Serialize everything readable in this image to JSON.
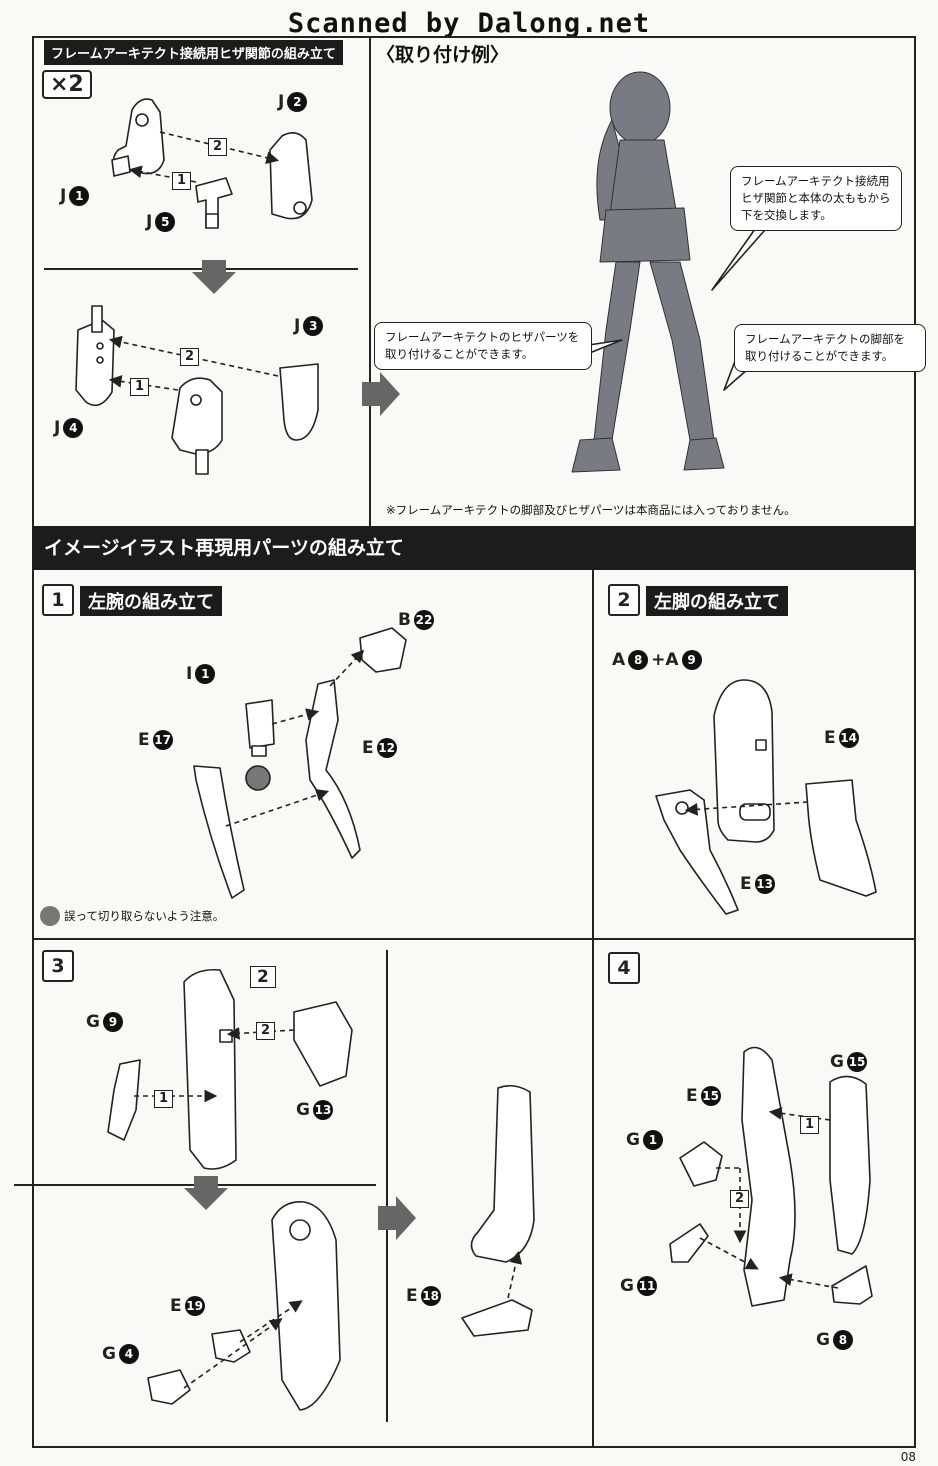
{
  "watermark": "Scanned by Dalong.net",
  "top_left": {
    "title": "フレームアーキテクト接続用ヒザ関節の組み立て",
    "qty": "×2"
  },
  "example": {
    "title": "〈取り付け例〉"
  },
  "callouts": {
    "thigh": "フレームアーキテクト接続用ヒザ関節と本体の太ももから下を交換します。",
    "knee": "フレームアーキテクトのヒザパーツを取り付けることができます。",
    "leg": "フレームアーキテクトの脚部を取り付けることができます。"
  },
  "example_note": "※フレームアーキテクトの脚部及びヒザパーツは本商品には入っておりません。",
  "section_bar": "イメージイラスト再現用パーツの組み立て",
  "steps": [
    {
      "num": "1",
      "title": "左腕の組み立て"
    },
    {
      "num": "2",
      "title": "左脚の組み立て"
    },
    {
      "num": "3",
      "title": ""
    },
    {
      "num": "4",
      "title": ""
    }
  ],
  "caution_note": "誤って切り取らないよう注意。",
  "parts": {
    "J1": {
      "letter": "J",
      "n": "1"
    },
    "J2": {
      "letter": "J",
      "n": "2"
    },
    "J5": {
      "letter": "J",
      "n": "5"
    },
    "J3": {
      "letter": "J",
      "n": "3"
    },
    "J4": {
      "letter": "J",
      "n": "4"
    },
    "B22": {
      "letter": "B",
      "n": "22"
    },
    "I1": {
      "letter": "I",
      "n": "1"
    },
    "E17": {
      "letter": "E",
      "n": "17"
    },
    "E12": {
      "letter": "E",
      "n": "12"
    },
    "A8A9": {
      "letter": "A",
      "n": "8",
      "plus": "+A",
      "n2": "9"
    },
    "E14": {
      "letter": "E",
      "n": "14"
    },
    "E13": {
      "letter": "E",
      "n": "13"
    },
    "G9": {
      "letter": "G",
      "n": "9"
    },
    "G13": {
      "letter": "G",
      "n": "13"
    },
    "E19": {
      "letter": "E",
      "n": "19"
    },
    "G4": {
      "letter": "G",
      "n": "4"
    },
    "E18": {
      "letter": "E",
      "n": "18"
    },
    "G15": {
      "letter": "G",
      "n": "15"
    },
    "E15": {
      "letter": "E",
      "n": "15"
    },
    "G1": {
      "letter": "G",
      "n": "1"
    },
    "G11": {
      "letter": "G",
      "n": "11"
    },
    "G8": {
      "letter": "G",
      "n": "8"
    }
  },
  "order_marks": {
    "one": "1",
    "two": "2"
  },
  "ref_step": "2",
  "page_number": "08"
}
